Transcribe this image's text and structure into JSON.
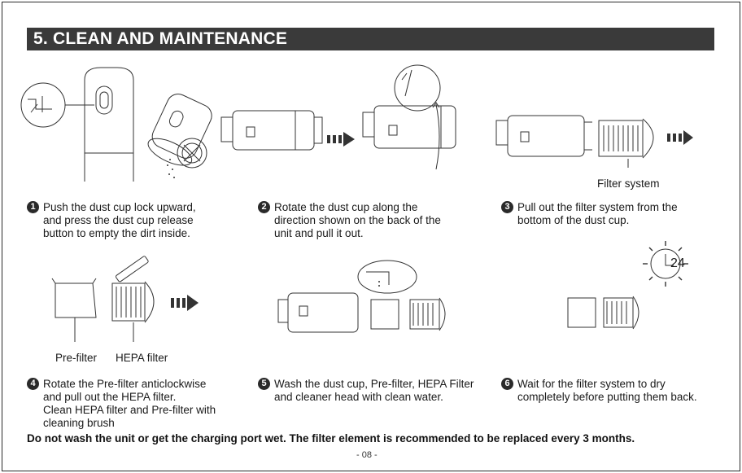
{
  "page": {
    "section_title": "5. CLEAN AND MAINTENANCE",
    "labels": {
      "filter_system": "Filter system",
      "pre_filter": "Pre-filter",
      "hepa_filter": "HEPA filter",
      "dry_hours": "24"
    },
    "steps": [
      {
        "number": "1",
        "text": "Push the dust cup lock upward,\nand press the dust cup release\nbutton to empty the dirt inside."
      },
      {
        "number": "2",
        "text": "Rotate the dust cup along the\ndirection shown on the back of the\nunit and pull it out."
      },
      {
        "number": "3",
        "text": "Pull out the filter system from the\nbottom of the dust cup."
      },
      {
        "number": "4",
        "text": "Rotate the Pre-filter anticlockwise\nand pull out the HEPA filter.\nClean HEPA filter and Pre-filter with\ncleaning brush"
      },
      {
        "number": "5",
        "text": "Wash the dust cup, Pre-filter, HEPA Filter\nand cleaner head with clean water."
      },
      {
        "number": "6",
        "text": "Wait for the filter system to dry\ncompletely before putting them back."
      }
    ],
    "warning": "Do not wash the unit or get the charging port wet. The filter element is recommended to be replaced every 3 months.",
    "page_number": "- 08 -"
  }
}
